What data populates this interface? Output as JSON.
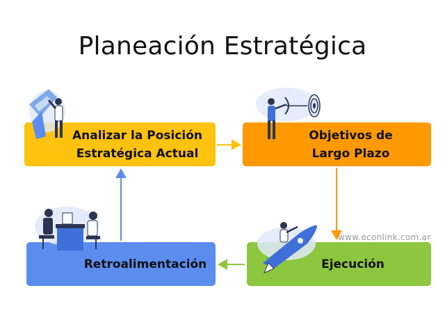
{
  "title": "Planeación Estratégica",
  "colors": {
    "analizar": "#FFC20E",
    "objetivos": "#FF9900",
    "ejecucion": "#8DC63F",
    "retroalimentacion": "#5B8DEF",
    "arrow_top": "#FFC20E",
    "arrow_right": "#FF9900",
    "arrow_bottom": "#8DC63F",
    "arrow_left": "#5B8DEF"
  },
  "nodes": {
    "analizar": "Analizar la Posición\nEstratégica Actual",
    "objetivos": "Objetivos de\nLargo Plazo",
    "ejecucion": "Ejecución",
    "retroalimentacion": "Retroalimentación"
  },
  "icons": {
    "analizar": "person-with-chart-icon",
    "objetivos": "archer-target-icon",
    "ejecucion": "person-on-rocket-icon",
    "retroalimentacion": "meeting-table-icon"
  },
  "watermark": "www.econlink.com.ar"
}
